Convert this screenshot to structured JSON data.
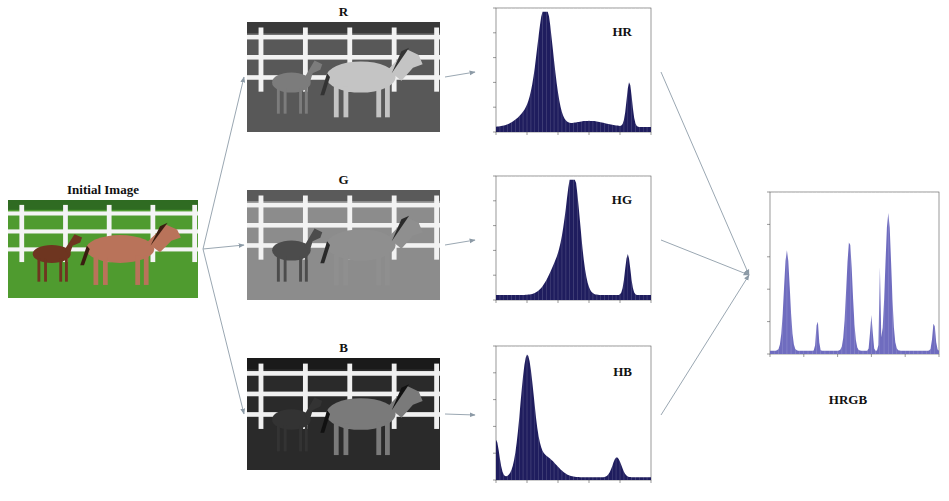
{
  "diagram": {
    "nodes": [
      {
        "text": [
          "Initial Image"
        ]
      },
      {
        "text": [
          "R"
        ]
      },
      {
        "text": [
          "G"
        ]
      },
      {
        "text": [
          "B"
        ]
      },
      {
        "text": [
          "HR"
        ]
      },
      {
        "text": [
          "HG"
        ]
      },
      {
        "text": [
          "HB"
        ]
      },
      {
        "text": [
          "HRGB"
        ]
      }
    ],
    "edges": [
      {
        "from": 0,
        "to": 1,
        "arrow": "to"
      },
      {
        "from": 0,
        "to": 2,
        "arrow": "to"
      },
      {
        "from": 0,
        "to": 3,
        "arrow": "to"
      },
      {
        "from": 1,
        "to": 4,
        "arrow": "to"
      },
      {
        "from": 2,
        "to": 5,
        "arrow": "to"
      },
      {
        "from": 3,
        "to": 6,
        "arrow": "to"
      },
      {
        "from": 4,
        "to": 7,
        "arrow": "to"
      },
      {
        "from": 5,
        "to": 7,
        "arrow": "to"
      },
      {
        "from": 6,
        "to": 7,
        "arrow": "to"
      }
    ]
  }
}
